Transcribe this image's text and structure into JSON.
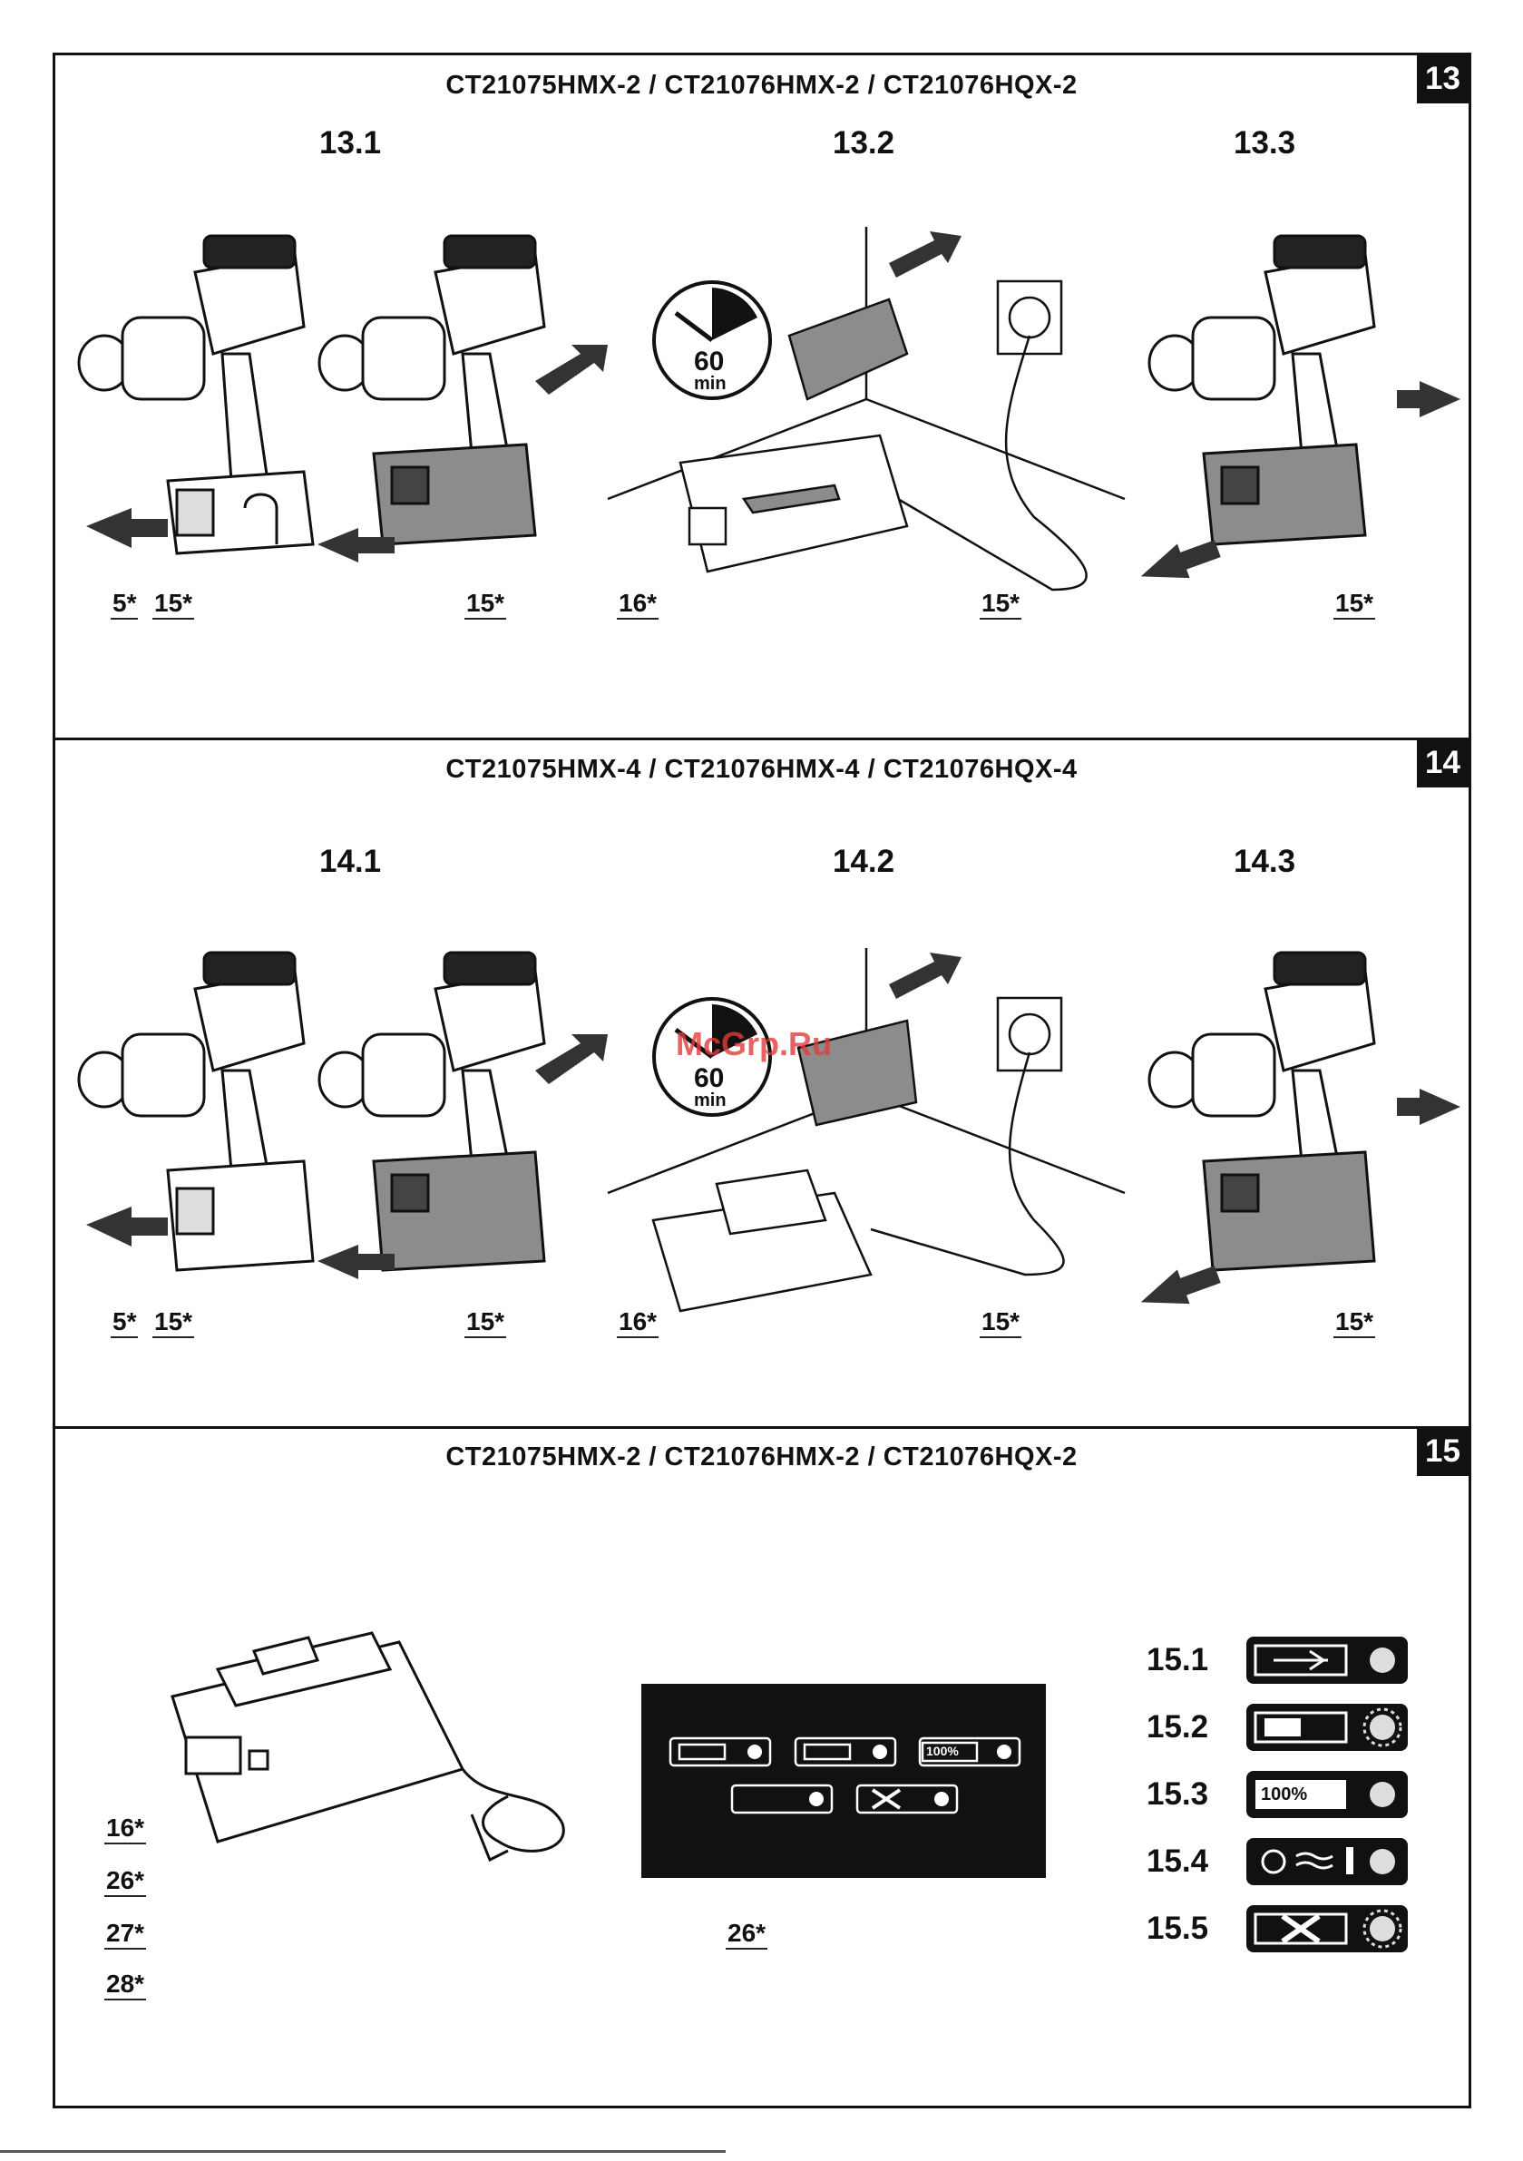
{
  "panels": [
    {
      "number": "13",
      "title": "CT21075HMX-2 / CT21076HMX-2 / CT21076HQX-2",
      "steps": [
        "13.1",
        "13.2",
        "13.3"
      ],
      "timer": {
        "value": "60",
        "unit": "min"
      },
      "callouts": [
        "5*",
        "15*",
        "15*",
        "16*",
        "15*",
        "15*"
      ]
    },
    {
      "number": "14",
      "title": "CT21075HMX-4 / CT21076HMX-4 / CT21076HQX-4",
      "steps": [
        "14.1",
        "14.2",
        "14.3"
      ],
      "timer": {
        "value": "60",
        "unit": "min"
      },
      "callouts": [
        "5*",
        "15*",
        "15*",
        "16*",
        "15*",
        "15*"
      ]
    },
    {
      "number": "15",
      "title": "CT21075HMX-2 / CT21076HMX-2 / CT21076HQX-2",
      "charger_callouts": [
        "16*",
        "26*",
        "27*",
        "28*"
      ],
      "display_callout": "26*",
      "display_text": "100%",
      "legend": [
        {
          "label": "15.1",
          "icon": "battery-charging-icon",
          "indicator": "led-off-icon"
        },
        {
          "label": "15.2",
          "icon": "battery-charging-progress-icon",
          "indicator": "led-blinking-icon"
        },
        {
          "label": "15.3",
          "icon": "battery-full-icon",
          "text": "100%",
          "indicator": "led-off-icon"
        },
        {
          "label": "15.4",
          "icon": "fan-heat-thermometer-icon",
          "indicator": "led-on-icon"
        },
        {
          "label": "15.5",
          "icon": "battery-fault-icon",
          "indicator": "led-blinking-icon"
        }
      ]
    }
  ],
  "watermark": "McGrp.Ru",
  "colors": {
    "ink": "#111111",
    "paper": "#ffffff",
    "battery_gray": "#8c8c8c",
    "watermark": "#e23b3b"
  }
}
